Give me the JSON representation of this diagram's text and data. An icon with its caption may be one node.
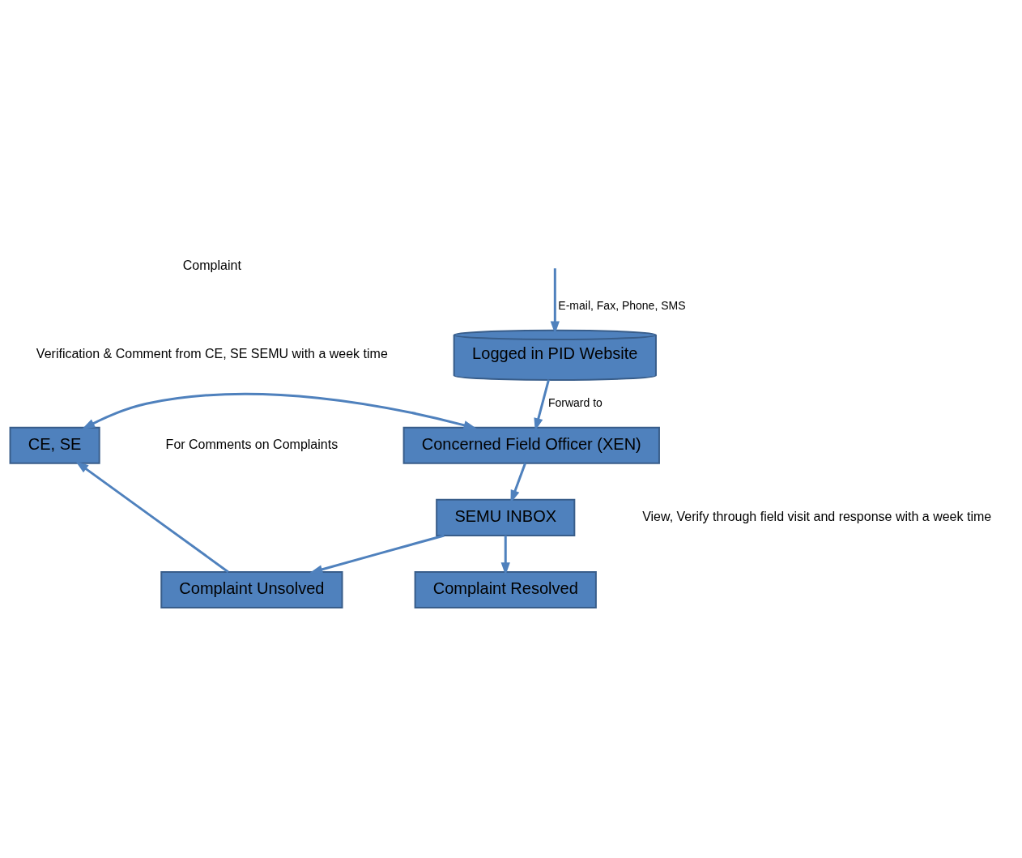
{
  "diagram": {
    "nodes": [
      {
        "text": [
          "Logged in PID Website"
        ]
      },
      {
        "text": [
          "Concerned Field Officer (XEN)"
        ]
      },
      {
        "text": [
          "CE, SE"
        ]
      },
      {
        "text": [
          "SEMU INBOX"
        ]
      },
      {
        "text": [
          "Complaint Unsolved"
        ]
      },
      {
        "text": [
          "Complaint Resolved"
        ]
      }
    ],
    "edges": [
      {
        "from": null,
        "to": 0,
        "arrow": "to",
        "label": "E-mail, Fax, Phone, SMS"
      },
      {
        "from": 0,
        "to": 1,
        "arrow": "to",
        "label": "Forward to"
      },
      {
        "from": 2,
        "to": 1,
        "arrow": "both"
      },
      {
        "from": 1,
        "to": 3,
        "arrow": "to"
      },
      {
        "from": 3,
        "to": 4,
        "arrow": "to"
      },
      {
        "from": 4,
        "to": 2,
        "arrow": "to"
      },
      {
        "from": 3,
        "to": 5,
        "arrow": "to"
      }
    ],
    "labels": [
      "Complaint",
      "Verification & Comment from CE, SE SEMU with a week time",
      "For Comments on Complaints",
      "View, Verify through field visit and response with a week time"
    ]
  }
}
